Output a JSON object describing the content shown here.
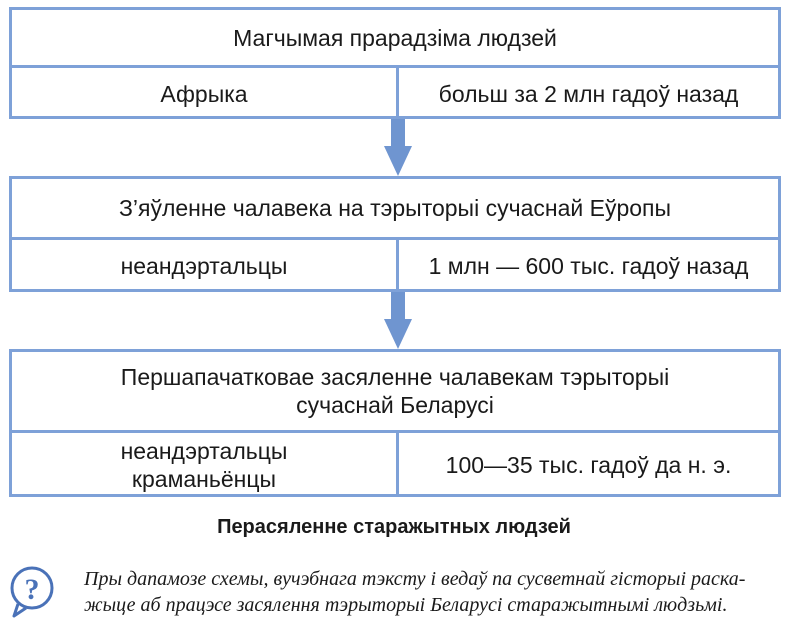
{
  "blocks": [
    {
      "title": "Магчымая прарадзіма людзей",
      "left": "Афрыка",
      "right": "больш за 2 млн гадоў назад"
    },
    {
      "title": "З’яўленне чалавека на тэрыторыі сучаснай Еўропы",
      "left": "неандэртальцы",
      "right": "1 млн — 600 тыс. гадоў назад"
    },
    {
      "title_line1": "Першапачатковае засяленне чалавекам тэрыторыі",
      "title_line2": "сучаснай Беларусі",
      "left_line1": "неандэртальцы",
      "left_line2": "краманьёнцы",
      "right": "100—35 тыс. гадоў да н. э."
    }
  ],
  "caption": "Перасяленне старажытных людзей",
  "task": {
    "line1": "Пры дапамозе схемы, вучэбнага тэксту і ведаў па сусветнай гісторыі раска-",
    "line2": "жыце аб працэсе засялення тэрыторыі Беларусі старажытнымі людзьмі."
  },
  "colors": {
    "border": "#7ea1d8",
    "arrow": "#6f95d0",
    "icon": "#4a72b8"
  },
  "icons": {
    "arrow": "arrow-down-icon",
    "question": "question-mark-icon"
  }
}
